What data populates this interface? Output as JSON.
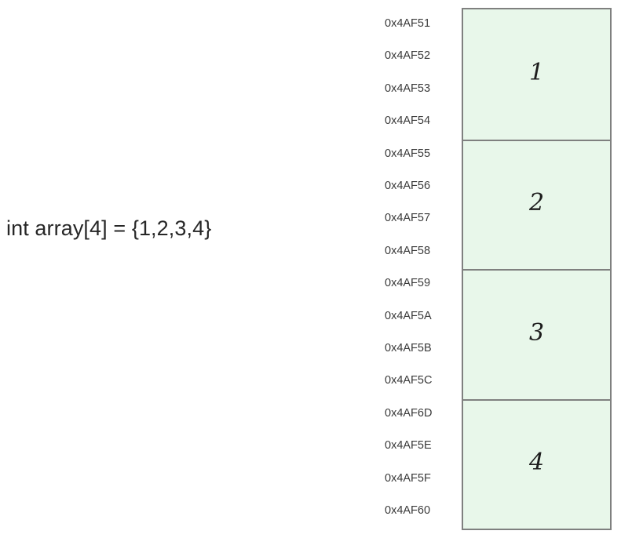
{
  "diagram": {
    "declaration": "int array[4] = {1,2,3,4}",
    "colors": {
      "cell_fill": "#e8f7ea",
      "cell_border": "#7f807f",
      "address_text": "#3a3a3a",
      "declaration_text": "#272727",
      "background": "#ffffff"
    },
    "addresses": [
      "0x4AF51",
      "0x4AF52",
      "0x4AF53",
      "0x4AF54",
      "0x4AF55",
      "0x4AF56",
      "0x4AF57",
      "0x4AF58",
      "0x4AF59",
      "0x4AF5A",
      "0x4AF5B",
      "0x4AF5C",
      "0x4AF6D",
      "0x4AF5E",
      "0x4AF5F",
      "0x4AF60"
    ],
    "cells": [
      {
        "value": "1",
        "bytes": 4
      },
      {
        "value": "2",
        "bytes": 4
      },
      {
        "value": "3",
        "bytes": 4
      },
      {
        "value": "4",
        "bytes": 4
      }
    ]
  }
}
